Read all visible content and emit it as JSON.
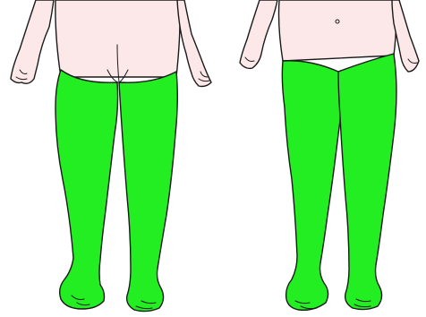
{
  "diagram": {
    "views": [
      {
        "id": "back",
        "orientation": "posterior"
      },
      {
        "id": "front",
        "orientation": "anterior"
      }
    ],
    "highlighted_region": "legs-from-hips-to-feet",
    "colors": {
      "skin": "#fce8e8",
      "highlight": "#22ee22",
      "outline": "#1a1a1a",
      "background": "#ffffff"
    }
  }
}
